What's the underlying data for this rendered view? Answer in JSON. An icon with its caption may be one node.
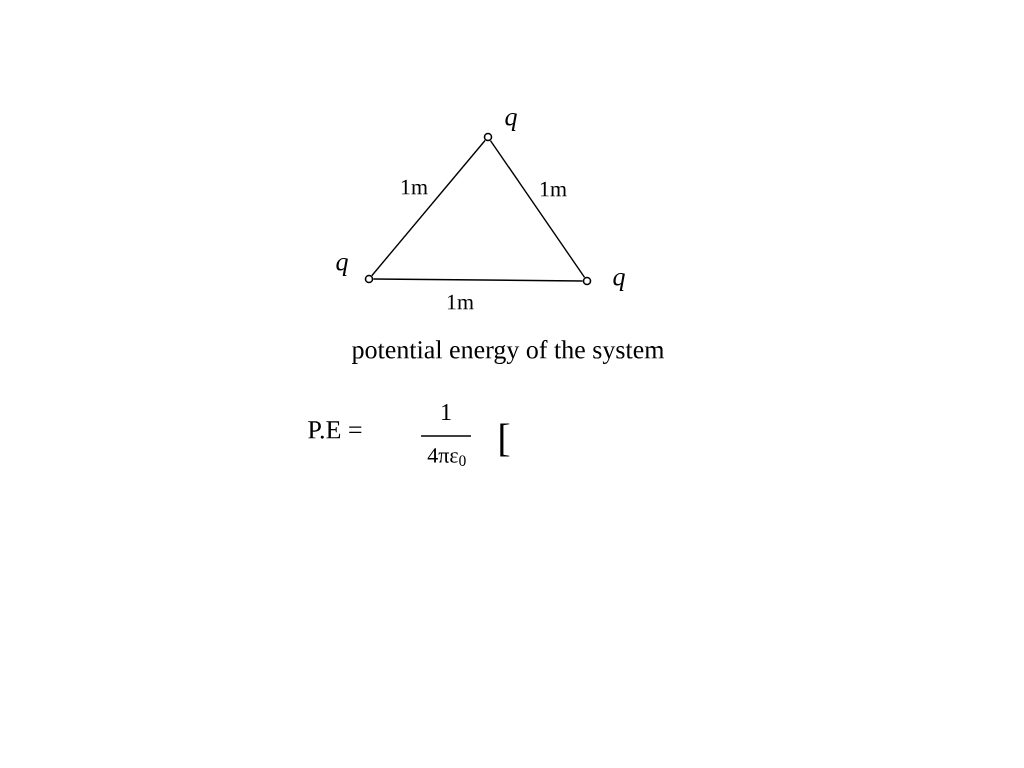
{
  "diagram": {
    "nodes": [
      {
        "text": [],
        "shape": "circle",
        "beside": [
          "q"
        ]
      },
      {
        "text": [],
        "shape": "circle",
        "beside": [
          "q"
        ]
      },
      {
        "text": [],
        "shape": "circle",
        "beside": [
          "q"
        ]
      }
    ],
    "edges": [
      {
        "from": 0,
        "to": 1,
        "arrow": "none",
        "label": "1m"
      },
      {
        "from": 0,
        "to": 2,
        "arrow": "none",
        "label": "1m"
      },
      {
        "from": 1,
        "to": 2,
        "arrow": "none",
        "label": "1m"
      }
    ],
    "labels": [
      "potential energy of the system",
      "P.E =",
      "1",
      "4πε$_{0}$",
      "["
    ]
  }
}
